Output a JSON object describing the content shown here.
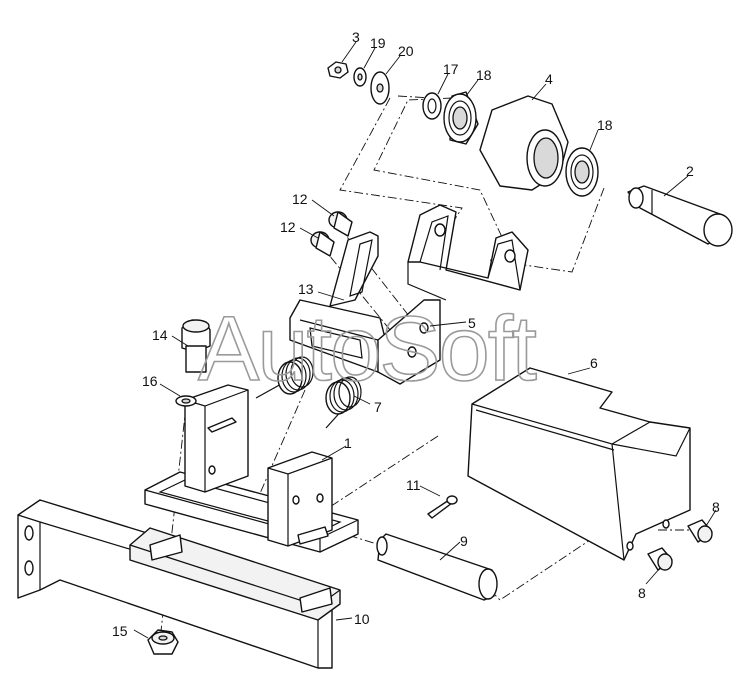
{
  "watermark": "AutoSoft",
  "callouts": [
    {
      "id": "c3",
      "text": "3"
    },
    {
      "id": "c19",
      "text": "19"
    },
    {
      "id": "c20",
      "text": "20"
    },
    {
      "id": "c17",
      "text": "17"
    },
    {
      "id": "c18a",
      "text": "18"
    },
    {
      "id": "c4",
      "text": "4"
    },
    {
      "id": "c18b",
      "text": "18"
    },
    {
      "id": "c2",
      "text": "2"
    },
    {
      "id": "c12a",
      "text": "12"
    },
    {
      "id": "c12b",
      "text": "12"
    },
    {
      "id": "c13",
      "text": "13"
    },
    {
      "id": "c5",
      "text": "5"
    },
    {
      "id": "c14",
      "text": "14"
    },
    {
      "id": "c16",
      "text": "16"
    },
    {
      "id": "c7",
      "text": "7"
    },
    {
      "id": "c6",
      "text": "6"
    },
    {
      "id": "c1",
      "text": "1"
    },
    {
      "id": "c11",
      "text": "11"
    },
    {
      "id": "c9",
      "text": "9"
    },
    {
      "id": "c8a",
      "text": "8"
    },
    {
      "id": "c8b",
      "text": "8"
    },
    {
      "id": "c15",
      "text": "15"
    },
    {
      "id": "c10",
      "text": "10"
    }
  ]
}
